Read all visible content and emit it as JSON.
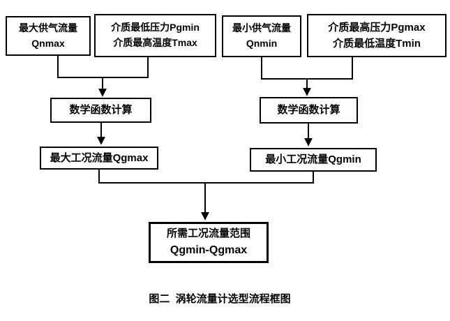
{
  "diagram": {
    "caption": "图二  涡轮流量计选型流程框图",
    "nodes": {
      "qnmax": {
        "line1": "最大供气流量",
        "line2": "Qnmax"
      },
      "pgmin_tmax": {
        "line1": "介质最低压力Pgmin",
        "line2": "介质最高温度Tmax"
      },
      "qnmin": {
        "line1": "最小供气流量",
        "line2": "Qnmin"
      },
      "pgmax_tmin": {
        "line1": "介质最高压力Pgmax",
        "line2": "介质最低温度Tmin"
      },
      "math_left": {
        "label": "数学函数计算"
      },
      "math_right": {
        "label": "数学函数计算"
      },
      "qgmax": {
        "label": "最大工况流量Qgmax"
      },
      "qgmin": {
        "label": "最小工况流量Qgmin"
      },
      "result": {
        "line1": "所需工况流量范围",
        "line2": "Qgmin-Qgmax"
      }
    },
    "colors": {
      "stroke": "#000000",
      "background": "#ffffff",
      "text": "#000000"
    }
  }
}
